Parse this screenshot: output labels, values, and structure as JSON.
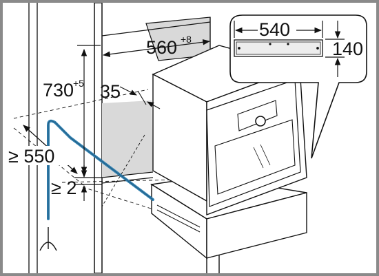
{
  "dimensions": {
    "cabinet_width": {
      "value": "560",
      "tolerance": "+8"
    },
    "cabinet_height": {
      "value": "730",
      "tolerance": "+5"
    },
    "depth_offset": {
      "value": "35"
    },
    "cabinet_depth": {
      "value": "≥ 550"
    },
    "gap": {
      "value": "≥ 2"
    },
    "vent_width": {
      "value": "540"
    },
    "vent_height": {
      "value": "140"
    }
  },
  "colors": {
    "cable": "#2f7fb0",
    "recess_fill": "#d9d9d9",
    "line": "#111111",
    "frame": "#8a8a8a"
  },
  "icons": {
    "power_outlet": "wall-socket-icon"
  }
}
